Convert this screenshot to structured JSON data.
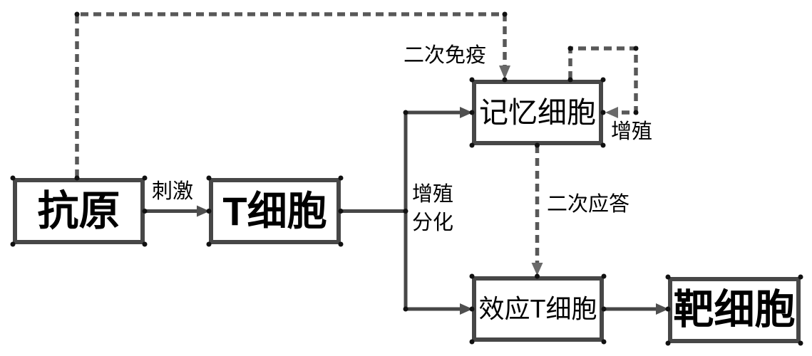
{
  "diagram": {
    "description": "T cell immune response flow chart",
    "nodes": [
      {
        "id": "antigen",
        "label": "抗原"
      },
      {
        "id": "t-cell",
        "label": "T细胞"
      },
      {
        "id": "memory-cell",
        "label": "记忆细胞"
      },
      {
        "id": "effector-t-cell",
        "label": "效应T细胞"
      },
      {
        "id": "target-cell",
        "label": "靶细胞"
      }
    ],
    "labels": {
      "stimulate": "刺激",
      "proliferate": "增殖",
      "differentiate": "分化",
      "secondary_immunity": "二次免疫",
      "proliferation": "增殖",
      "secondary_response": "二次应答"
    },
    "colors": {
      "line": "#474747",
      "dashed": "#585858",
      "head_solid": "#4f4f4f",
      "head_dashed": "#6a6a6a",
      "dot": "#111111",
      "text": "#000000",
      "bg": "#ffffff"
    }
  }
}
